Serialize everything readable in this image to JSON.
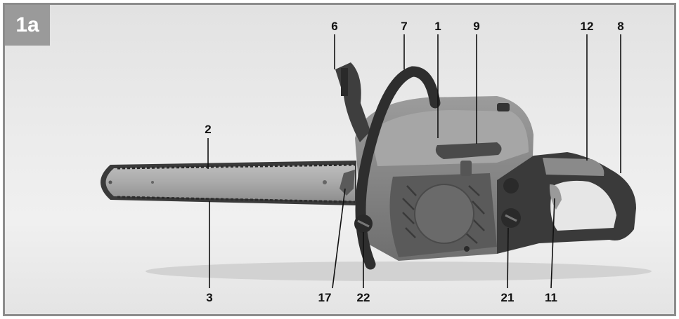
{
  "figure": {
    "badge": "1a",
    "top_labels": [
      "6",
      "7",
      "1",
      "9",
      "12",
      "8"
    ],
    "mid_labels": [
      "2"
    ],
    "bottom_labels": [
      "3",
      "17",
      "22",
      "21",
      "11"
    ]
  }
}
